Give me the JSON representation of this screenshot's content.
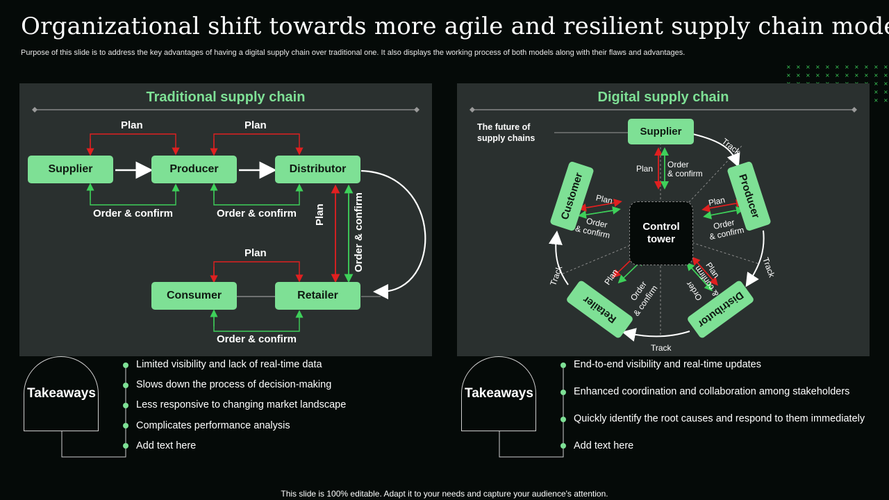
{
  "title": "Organizational shift towards more agile and resilient supply chain model",
  "subtitle": "Purpose of this slide is to address the key advantages of having a digital supply chain over traditional one. It also displays the working process of both models along with their flaws and advantages.",
  "colors": {
    "accent": "#7ee095",
    "panel": "#2a302f",
    "background": "#050a08",
    "plan_arrow": "#e02020",
    "order_arrow": "#3ed05a"
  },
  "traditional": {
    "title": "Traditional supply chain",
    "nodes": {
      "supplier": "Supplier",
      "producer": "Producer",
      "distributor": "Distributor",
      "consumer": "Consumer",
      "retailer": "Retailer"
    },
    "plan": "Plan",
    "order_confirm": "Order & confirm"
  },
  "digital": {
    "title": "Digital supply chain",
    "future_label": "The future of supply chains",
    "control_tower": "Control tower",
    "nodes": {
      "supplier": "Supplier",
      "producer": "Producer",
      "distributor": "Distributor",
      "retailer": "Retailer",
      "customer": "Customer"
    },
    "plan": "Plan",
    "order": "Order",
    "confirm": "& confirm",
    "track": "Track"
  },
  "takeaways_left": {
    "label": "Takeaways",
    "items": [
      "Limited visibility and lack of real-time data",
      "Slows down the process of decision-making",
      "Less responsive to changing market landscape",
      "Complicates performance analysis",
      "Add text here"
    ]
  },
  "takeaways_right": {
    "label": "Takeaways",
    "items": [
      "End-to-end visibility and real-time updates",
      "Enhanced coordination and collaboration among stakeholders",
      "Quickly identify the root causes and respond to them immediately",
      "Add text here"
    ]
  },
  "footer": "This slide is 100% editable. Adapt it to your needs and capture your audience's attention."
}
